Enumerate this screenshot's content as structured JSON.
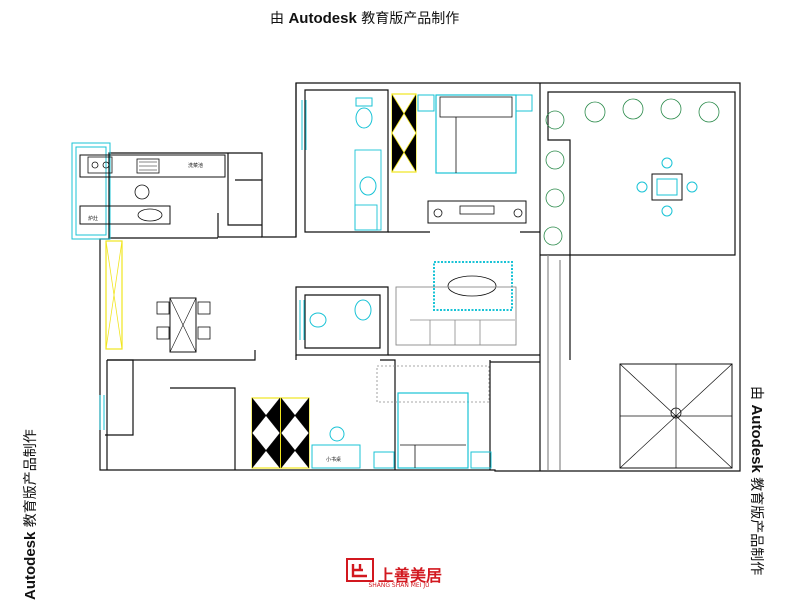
{
  "watermark": {
    "brand": "Autodesk",
    "prefix": "由",
    "suffix": "教育版产品制作"
  },
  "plan_labels": {
    "kitchen_stove": "炉灶",
    "kitchen_sink": "洗菜池",
    "desk": "小书桌"
  },
  "logo": {
    "name": "上善美居",
    "tagline": "SHANG SHAN MEI JU"
  },
  "colors": {
    "wall": "#111111",
    "fixture_cyan": "#19c3d6",
    "wardrobe_yellow": "#f1e51f",
    "outline_gray": "#8a8a8a",
    "brand_red": "#d2181f",
    "plant_green": "#2a8a4a"
  }
}
